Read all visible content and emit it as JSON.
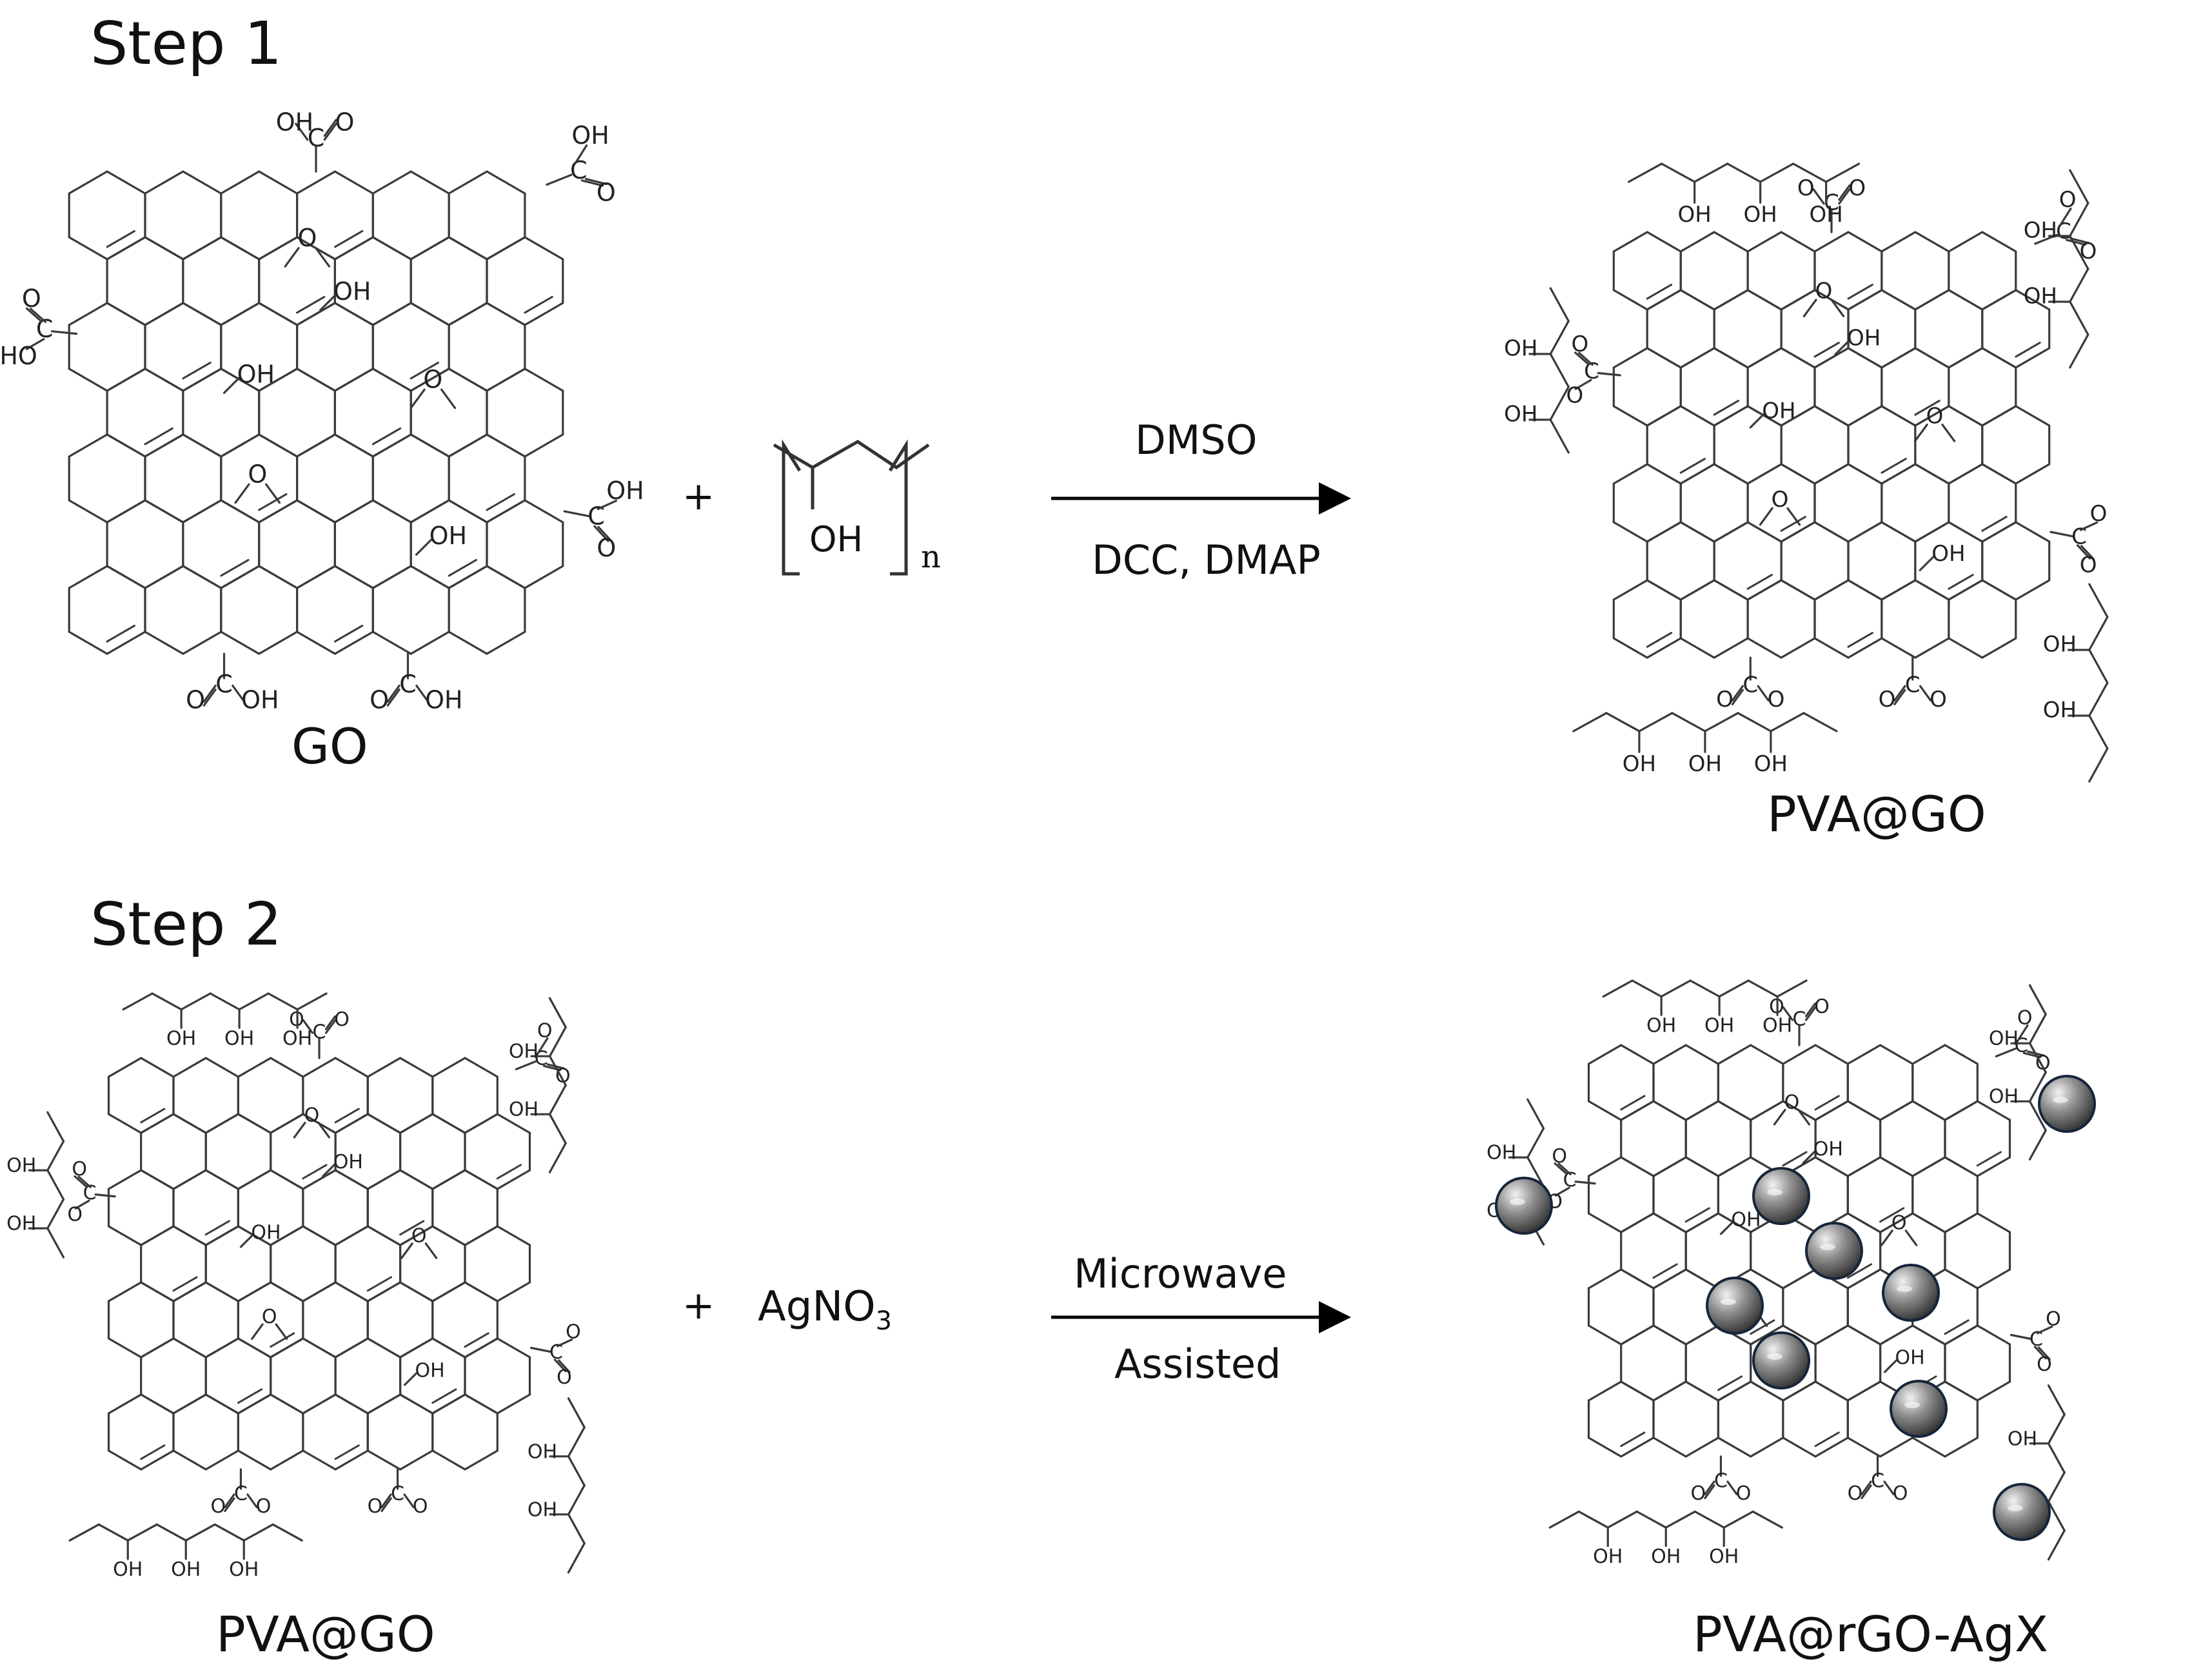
{
  "steps": {
    "step1": "Step 1",
    "step2": "Step 2"
  },
  "molecules": {
    "go": "GO",
    "pva_go_product": "PVA@GO",
    "pva_go_reactant": "PVA@GO",
    "final": "PVA@rGO-AgX"
  },
  "reagents": {
    "plus": "+",
    "agno3_main": "AgNO",
    "agno3_sub": "3",
    "pva_oh": "OH",
    "pva_n": "n"
  },
  "conditions": {
    "step1_top": "DMSO",
    "step1_bottom": "DCC, DMAP",
    "step2_top": "Microwave",
    "step2_bottom": "Assisted"
  },
  "groups": {
    "oh": "OH",
    "ho": "HO",
    "o": "O",
    "c": "C",
    "h": "H"
  },
  "colors": {
    "bond": "#3a3a3a",
    "arrow": "#000000",
    "sphere_light": "#e6e6e6",
    "sphere_mid": "#8a8a8a",
    "sphere_dark": "#333333",
    "sphere_rim": "#16263a"
  }
}
